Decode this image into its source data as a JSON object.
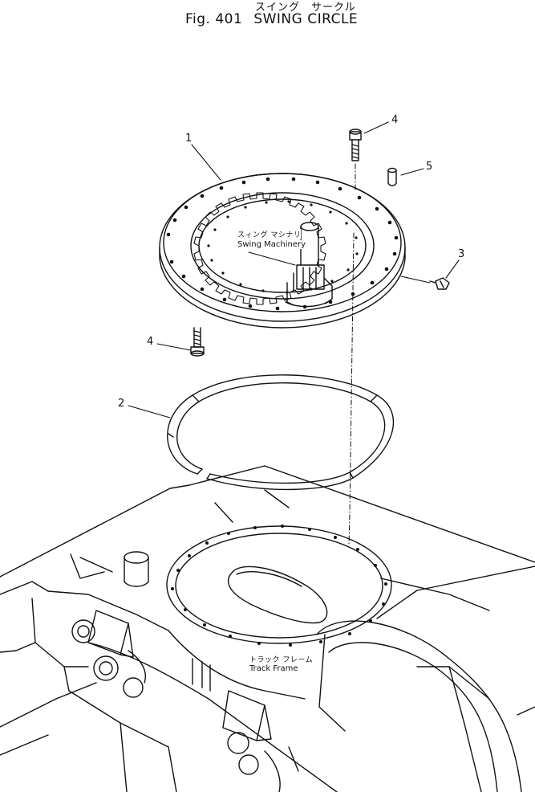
{
  "title": {
    "japanese": "スイング　サークル",
    "fig": "Fig. 401",
    "name": "SWING CIRCLE"
  },
  "callouts": [
    "1",
    "2",
    "3",
    "4",
    "4",
    "5"
  ],
  "labels": {
    "swing_machinery_jp": "スィング マシナリ",
    "swing_machinery_en": "Swing Machinery",
    "track_frame_jp": "トラック フレーム",
    "track_frame_en": "Track Frame"
  }
}
